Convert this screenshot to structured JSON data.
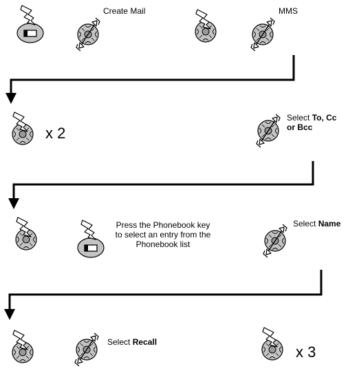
{
  "steps": {
    "create_mail": "Create Mail",
    "mms": "MMS",
    "times_two": "x 2",
    "select_word": "Select",
    "to_cc_part1": "To, Cc",
    "to_cc_part2": "or Bcc",
    "phonebook_line1": "Press the Phonebook key",
    "phonebook_line2": "to select an entry from the",
    "phonebook_line3": "Phonebook list",
    "name": "Name",
    "recall": "Recall",
    "times_three": "x 3"
  },
  "icons": {
    "soft_key": "softkey-press-icon",
    "nav_press": "navkey-center-press-icon",
    "nav_scroll": "navkey-scroll-icon",
    "arrow": "flow-arrow-icon"
  },
  "colors": {
    "ink": "#000000",
    "key_fill": "#c4c4c4",
    "key_center": "#9a9a9a"
  }
}
